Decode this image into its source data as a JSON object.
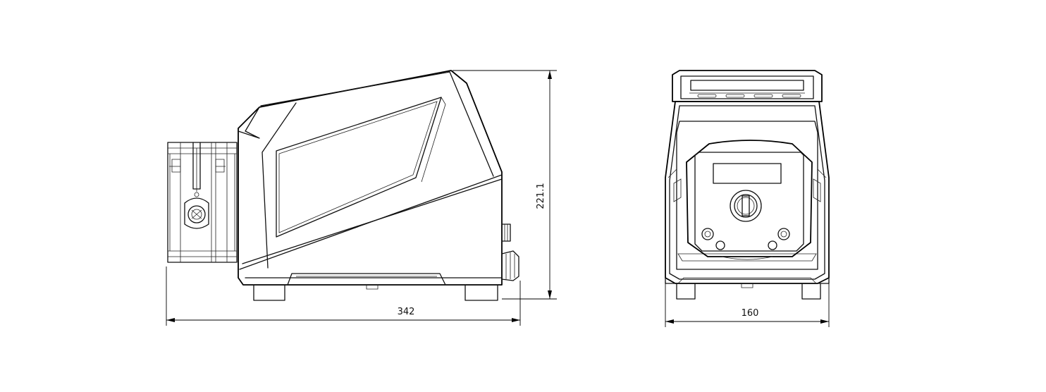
{
  "dimensions": {
    "side_length": "342",
    "side_height": "221.1",
    "front_width": "160"
  }
}
